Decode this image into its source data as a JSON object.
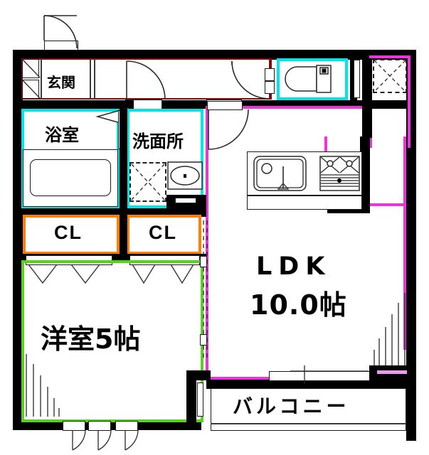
{
  "document": {
    "type": "floor-plan",
    "language": "ja",
    "title": "間取り図"
  },
  "rooms": [
    {
      "id": "genkan",
      "label": "玄関",
      "outline_color": "#7a0d0d",
      "name": "entrance"
    },
    {
      "id": "yokushitsu",
      "label": "浴室",
      "outline_color": "#00e5e5",
      "name": "bathroom"
    },
    {
      "id": "senmenjo",
      "label": "洗面所",
      "outline_color": "#00e5e5",
      "name": "washroom"
    },
    {
      "id": "closet1",
      "label": "CL",
      "outline_color": "#ff8000",
      "name": "closet-left"
    },
    {
      "id": "closet2",
      "label": "CL",
      "outline_color": "#ff8000",
      "name": "closet-right"
    },
    {
      "id": "washitsu",
      "label": "洋室5帖",
      "outline_color": "#5ad122",
      "name": "western-room"
    },
    {
      "id": "ldk",
      "label": "LDK",
      "outline_color": "#ee33dd",
      "name": "living-dining-kitchen"
    },
    {
      "id": "balcony",
      "label": "バルコニー",
      "outline_color": "#000000",
      "name": "balcony"
    }
  ],
  "labels": {
    "entrance": "玄関",
    "bathroom": "浴室",
    "washroom": "洗面所",
    "closet_left": "CL",
    "closet_right": "CL",
    "bedroom": "洋室5帖",
    "ldk_line1": "LDK",
    "ldk_line2": "10.0帖",
    "balcony": "バルコニー"
  },
  "areas": {
    "ldk_tatami": "10.0帖",
    "bedroom_tatami": "5帖"
  },
  "fixtures": [
    {
      "name": "bathtub-icon",
      "room": "yokushitsu"
    },
    {
      "name": "washing-machine-icon",
      "room": "senmenjo"
    },
    {
      "name": "sink-basin-icon",
      "room": "senmenjo"
    },
    {
      "name": "toilet-icon",
      "room": "toilet"
    },
    {
      "name": "kitchen-sink-icon",
      "room": "ldk"
    },
    {
      "name": "gas-stove-icon",
      "room": "ldk"
    },
    {
      "name": "overhead-storage-icon",
      "room": "ldk"
    },
    {
      "name": "shoe-cabinet-icon",
      "room": "genkan"
    }
  ],
  "colors": {
    "wall": "#000000",
    "wet_area": "#00e5e5",
    "closet": "#ff8000",
    "bedroom": "#5ad122",
    "ldk": "#ee33dd",
    "corridor": "#7a0d0d",
    "background": "#ffffff"
  }
}
